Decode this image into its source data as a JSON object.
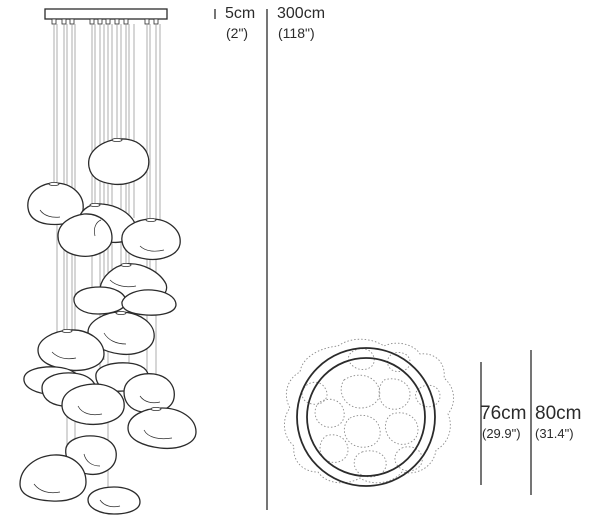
{
  "dimensions": {
    "canopy_height": {
      "metric": "5cm",
      "imperial": "(2\")"
    },
    "drop_length": {
      "metric": "300cm",
      "imperial": "(118\")"
    },
    "ring_diameter": {
      "metric": "76cm",
      "imperial": "(29.9\")"
    },
    "overall_diameter": {
      "metric": "80cm",
      "imperial": "(31.4\")"
    }
  },
  "colors": {
    "line": "#2b2b2b",
    "cable": "#9a9a9a",
    "dotted_outline": "#8a8a8a"
  }
}
